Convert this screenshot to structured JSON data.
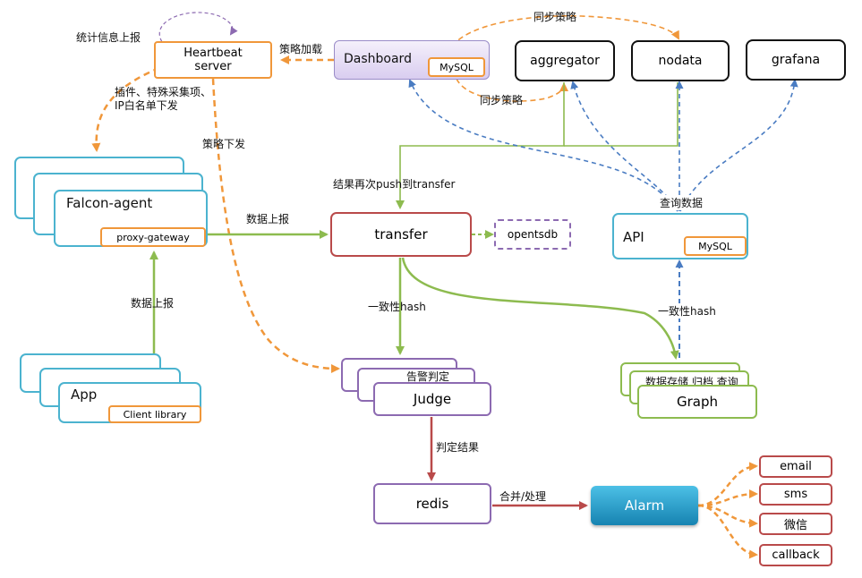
{
  "nodes": {
    "heartbeat": "Heartbeat\nserver",
    "dashboard": "Dashboard",
    "dashboard_db": "MySQL",
    "aggregator": "aggregator",
    "nodata": "nodata",
    "grafana": "grafana",
    "falcon_agent": "Falcon-agent",
    "proxy_gateway": "proxy-gateway",
    "transfer": "transfer",
    "opentsdb": "opentsdb",
    "api": "API",
    "api_db": "MySQL",
    "app": "App",
    "client_library": "Client library",
    "judge": "Judge",
    "judge_sub": "告警判定",
    "graph": "Graph",
    "graph_sub": "数据存储 归档 查询",
    "redis": "redis",
    "alarm": "Alarm",
    "email": "email",
    "sms": "sms",
    "wechat": "微信",
    "callback": "callback"
  },
  "edge_labels": {
    "stats_report": "统计信息上报",
    "strategy_load": "策略加载",
    "sync_strategy_top": "同步策略",
    "sync_strategy_bottom": "同步策略",
    "plugin_dispatch": "插件、特殊采集项、\nIP白名单下发",
    "strategy_dispatch": "策略下发",
    "repush": "结果再次push到transfer",
    "data_report_agent": "数据上报",
    "data_report_app": "数据上报",
    "query_data": "查询数据",
    "hash_judge": "一致性hash",
    "hash_graph": "一致性hash",
    "judge_result": "判定结果",
    "merge_process": "合并/处理"
  },
  "colors": {
    "orange": "#f0973a",
    "green": "#8dbb4f",
    "blue": "#4a7cc2",
    "red": "#b94a4a",
    "purple": "#8c6ab1",
    "cyan": "#4bb3cf",
    "alarm": "#1a9bc6"
  }
}
